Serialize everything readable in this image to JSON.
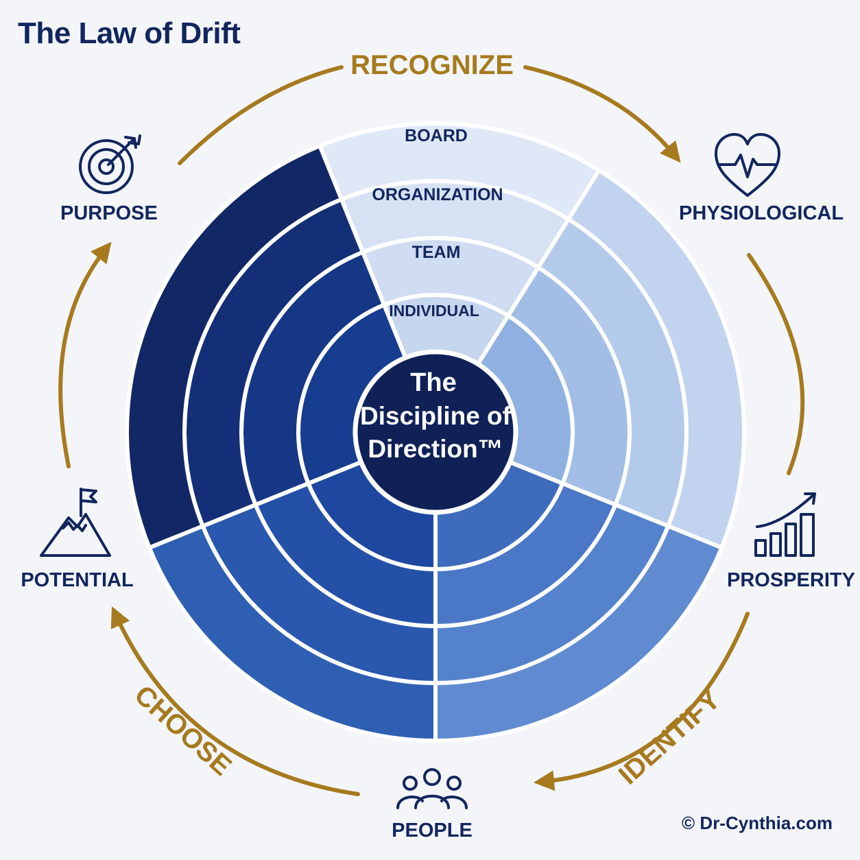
{
  "title": "The Law of Drift",
  "center": {
    "line1": "The",
    "line2": "Discipline of",
    "line3": "Direction™"
  },
  "rings": [
    "BOARD",
    "ORGANIZATION",
    "TEAM",
    "INDIVIDUAL"
  ],
  "cycle": {
    "recognize": "RECOGNIZE",
    "identify": "IDENTIFY",
    "choose": "CHOOSE"
  },
  "nodes": {
    "purpose": "PURPOSE",
    "physiological": "PHYSIOLOGICAL",
    "prosperity": "PROSPERITY",
    "people": "PEOPLE",
    "potential": "POTENTIAL"
  },
  "footer": "© Dr-Cynthia.com",
  "colors": {
    "navy": "#12265e",
    "gold": "#a67a1e",
    "background": "#f3f5f9"
  },
  "icons": {
    "purpose": "target-icon",
    "physiological": "heartbeat-icon",
    "prosperity": "growth-chart-icon",
    "people": "people-icon",
    "potential": "mountain-flag-icon"
  }
}
